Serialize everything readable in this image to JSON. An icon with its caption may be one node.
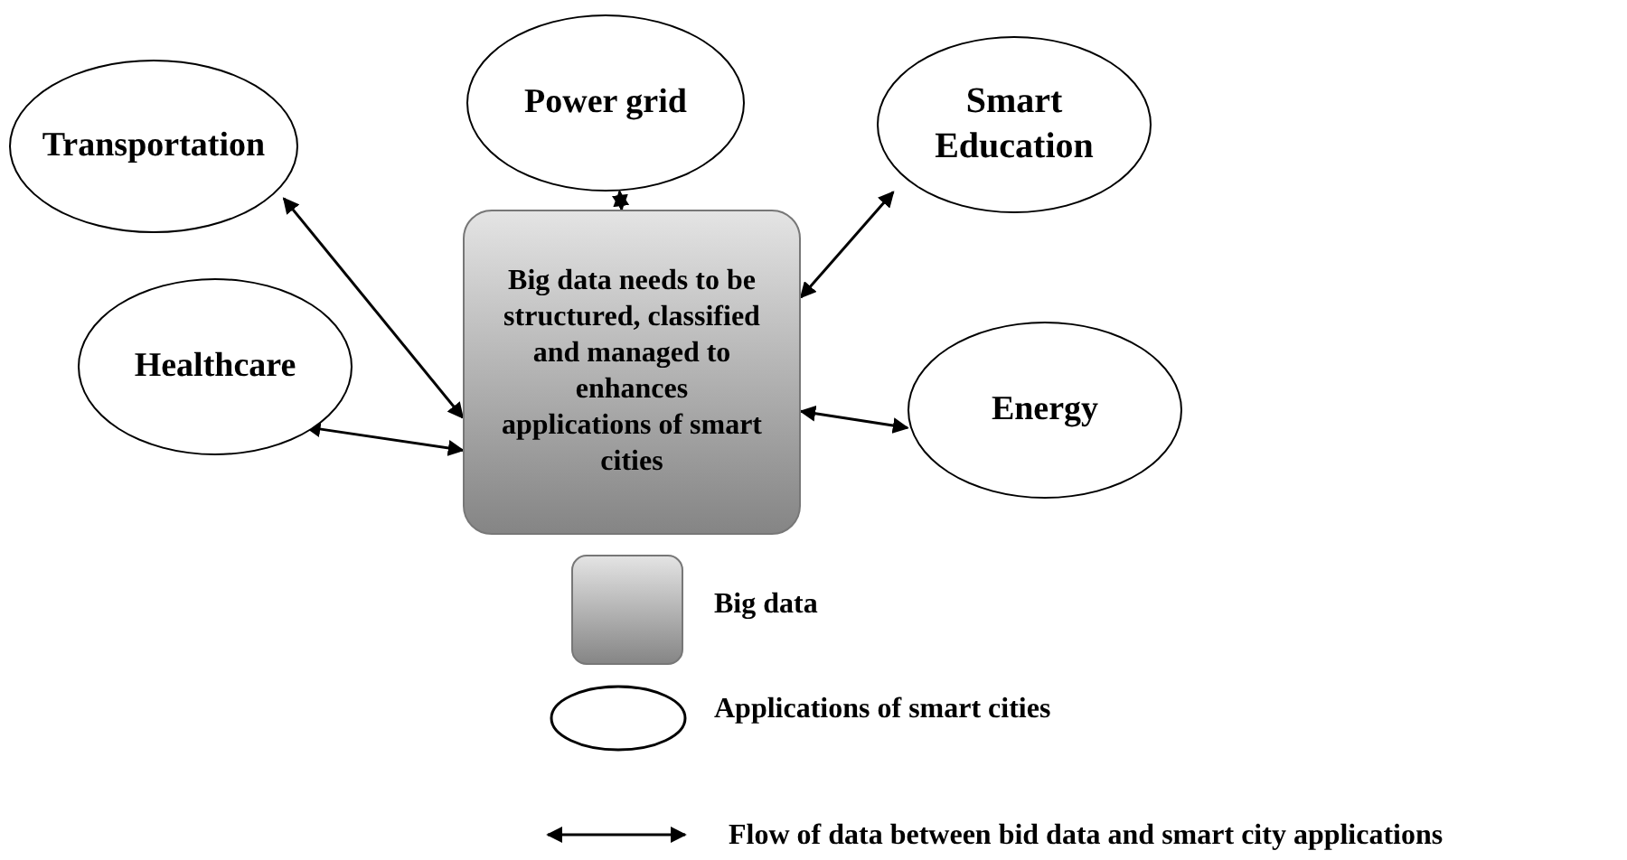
{
  "diagram": {
    "nodes": [
      {
        "text": [
          "Transportation"
        ]
      },
      {
        "text": [
          "Power grid"
        ]
      },
      {
        "text": [
          "Smart Education"
        ]
      },
      {
        "text": [
          "Big data needs to be structured, classified and managed to enhances applications of smart cities"
        ]
      },
      {
        "text": [
          "Healthcare"
        ]
      },
      {
        "text": [
          "Energy"
        ]
      }
    ],
    "edges": [
      {
        "from": 0,
        "to": 3,
        "arrow": "both"
      },
      {
        "from": 1,
        "to": 3,
        "arrow": "both"
      },
      {
        "from": 2,
        "to": 3,
        "arrow": "both"
      },
      {
        "from": 4,
        "to": 3,
        "arrow": "both"
      },
      {
        "from": 5,
        "to": 3,
        "arrow": "both"
      }
    ],
    "legend": [
      {
        "text": "Big data"
      },
      {
        "text": "Applications of smart cities"
      },
      {
        "text": "Flow of data between bid data and smart city applications"
      }
    ]
  }
}
